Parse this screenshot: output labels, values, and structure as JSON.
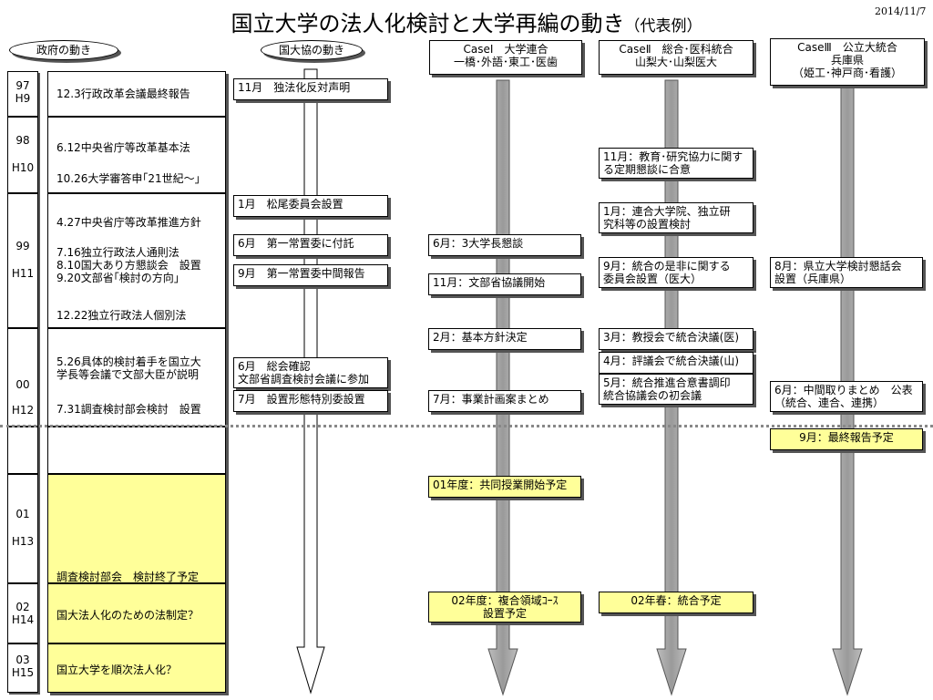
{
  "title": {
    "main": "国立大学の法人化検討と大学再編の動き",
    "sub": "（代表例）"
  },
  "date": "2014/11/7",
  "headers": {
    "gov": "政府の動き",
    "kokudaikyo": "国大協の動き",
    "case1": "CaseⅠ　大学連合\n一橋･外語･東工･医歯",
    "case2": "CaseⅡ　総合･医科統合\n山梨大･山梨医大",
    "case3": "CaseⅢ　公立大統合\n兵庫県\n（姫工･神戸商･看護）"
  },
  "years": [
    {
      "num": "97",
      "era": "H9"
    },
    {
      "num": "98",
      "era": "H10"
    },
    {
      "num": "99",
      "era": "H11"
    },
    {
      "num": "00",
      "era": "H12"
    },
    {
      "num": "",
      "era": ""
    },
    {
      "num": "01",
      "era": "H13"
    },
    {
      "num": "02",
      "era": "H14"
    },
    {
      "num": "03",
      "era": "H15"
    }
  ],
  "gov_items": [
    "12.3行政改革会議最終報告",
    "6.12中央省庁等改革基本法",
    "10.26大学審答申｢21世紀～｣",
    "4.27中央省庁等改革推進方針",
    "7.16独立行政法人通則法\n8.10国大あり方懇談会　設置\n9.20文部省｢検討の方向｣",
    "12.22独立行政法人個別法",
    "5.26具体的検討着手を国立大\n学長等会議で文部大臣が説明",
    "7.31調査検討部会検討　設置",
    "調査検討部会　検討終了予定",
    "国大法人化のための法制定？",
    "国立大学を順次法人化？"
  ],
  "kokudaikyo_items": [
    "11月　独法化反対声明",
    "1月　松尾委員会設置",
    "6月　第一常置委に付託",
    "9月　第一常置委中間報告",
    "6月　総会確認\n文部省調査検討会議に参加",
    "7月　設置形態特別委設置"
  ],
  "case1_items": [
    "6月：3大学長懇談",
    "11月：文部省協議開始",
    "2月：基本方針決定",
    "7月：事業計画案まとめ",
    "01年度：共同授業開始予定",
    "02年度：複合領域ｺｰｽ\n設置予定"
  ],
  "case2_items": [
    "11月：教育･研究協力に関す\nる定期懇談に合意",
    "1月：連合大学院、独立研\n究科等の設置検討",
    "9月：統合の是非に関する\n委員会設置（医大）",
    "3月：教授会で統合決議(医)",
    "4月：評議会で統合決議(山)",
    "5月：統合推進合意書調印\n統合協議会の初会議",
    "02年春：統合予定"
  ],
  "case3_items": [
    "8月：県立大学検討懇話会\n設置（兵庫県）",
    "6月：中間取りまとめ　公表\n（統合、連合、連携）",
    "9月：最終報告予定"
  ]
}
